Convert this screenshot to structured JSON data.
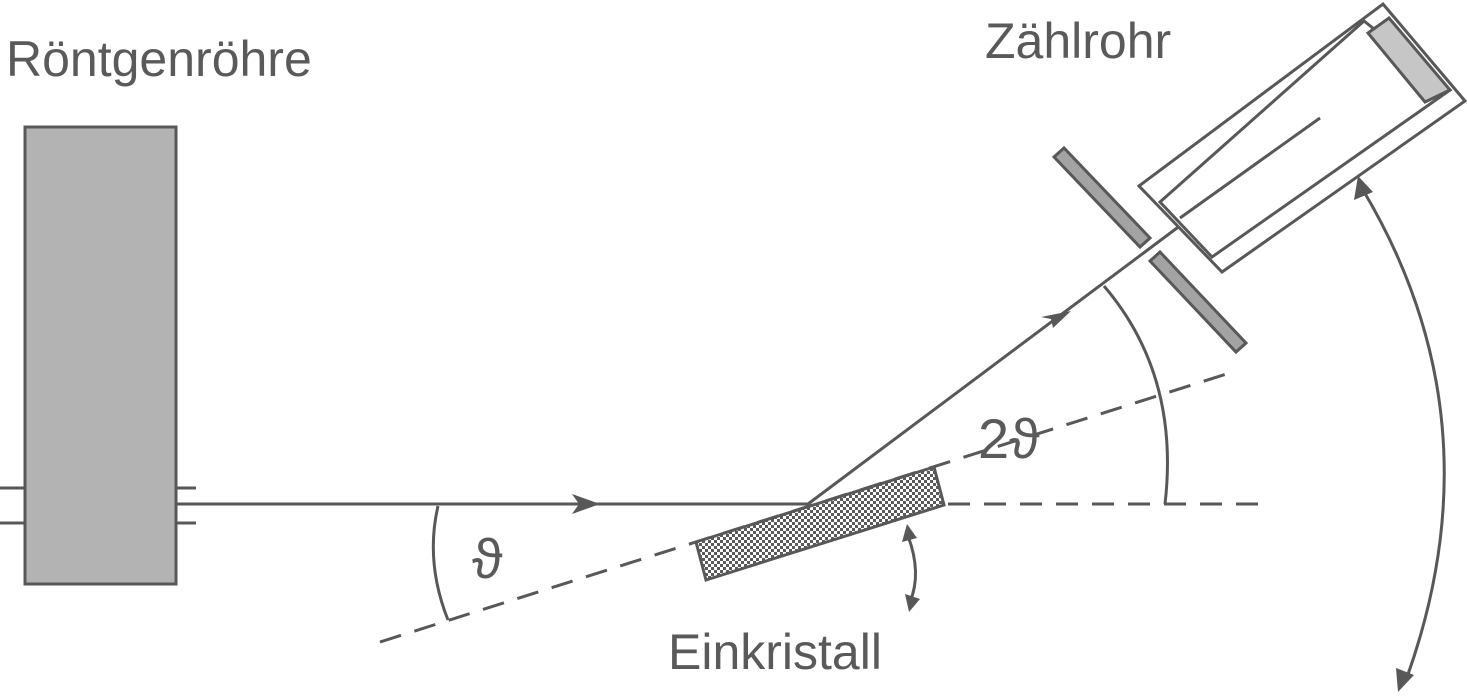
{
  "labels": {
    "tube": "Röntgenröhre",
    "counter": "Zählrohr",
    "crystal": "Einkristall",
    "theta": "ϑ",
    "two_theta": "2ϑ"
  },
  "colors": {
    "stroke": "#585858",
    "tube_fill": "#b3b3b3",
    "slit_fill": "#a3a3a3",
    "counter_window_fill": "#c6c6c6",
    "text": "#5a5a5a"
  },
  "icons": {
    "beam_arrow": "arrowhead",
    "rotation_arrow": "double-headed-arc-arrow",
    "crystal_pattern": "checkerboard"
  }
}
